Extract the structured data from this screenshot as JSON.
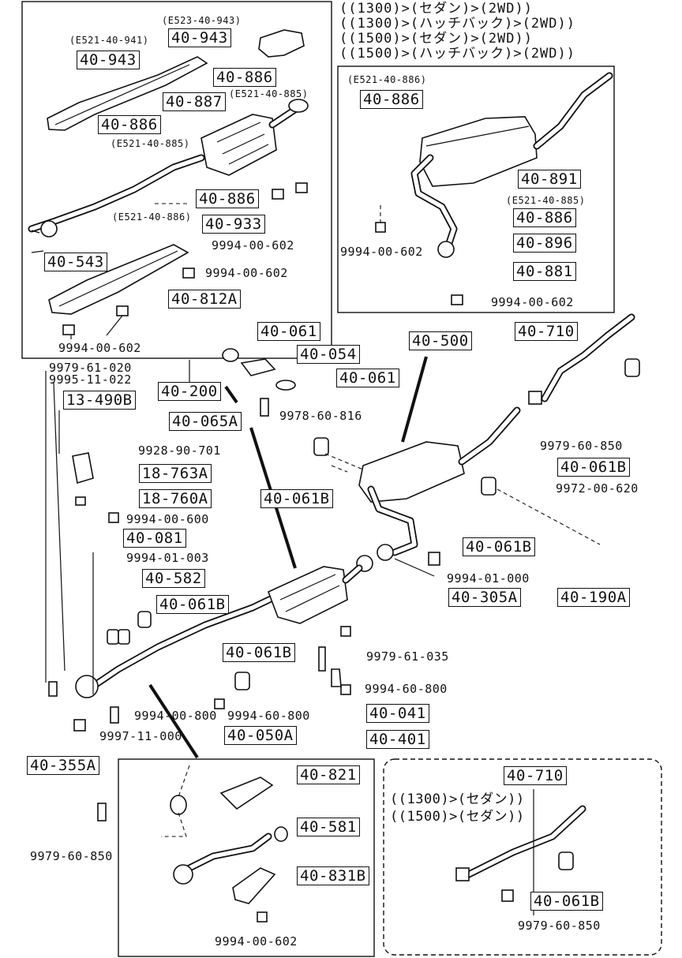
{
  "header_lines": [
    "((1300)>(セダン)>(2WD))",
    "((1300)>(ハッチバック)>(2WD))",
    "((1500)>(セダン)>(2WD))",
    "((1500)>(ハッチバック)>(2WD))"
  ],
  "top_left": {
    "ref_e523_943": "(E523-40-943)",
    "ref_e521_941": "(E521-40-941)",
    "ref_e521_885a": "(E521-40-885)",
    "ref_e521_885b": "(E521-40-885)",
    "ref_e521_886": "(E521-40-886)",
    "p_40943a": "40-943",
    "p_40943b": "40-943",
    "p_40886a": "40-886",
    "p_40887": "40-887",
    "p_40886b": "40-886",
    "p_40886c": "40-886",
    "p_40933": "40-933",
    "p_40543": "40-543",
    "p_40812a": "40-812A",
    "n_9994_602a": "9994-00-602",
    "n_9994_602b": "9994-00-602",
    "n_9994_602c": "9994-00-602"
  },
  "top_right": {
    "ref_e521_886": "(E521-40-886)",
    "ref_e521_885": "(E521-40-885)",
    "p_40886a": "40-886",
    "p_40891": "40-891",
    "p_40886b": "40-886",
    "p_40896": "40-896",
    "p_40881": "40-881",
    "n_9994_602a": "9994-00-602",
    "n_9994_602b": "9994-00-602"
  },
  "middle": {
    "p_40061a": "40-061",
    "p_40054": "40-054",
    "p_40061b": "40-061",
    "p_40500": "40-500",
    "p_40710": "40-710",
    "p_40200": "40-200",
    "p_40065a": "40-065A",
    "n_9978_816": "9978-60-816",
    "n_9979_61_020": "9979-61-020",
    "n_9995_11_022": "9995-11-022",
    "p_13490b": "13-490B",
    "n_9928_701": "9928-90-701",
    "p_18763a": "18-763A",
    "p_18760a": "18-760A",
    "n_9994_600": "9994-00-600",
    "p_40061b_a": "40-061B",
    "n_9979_850a": "9979-60-850",
    "p_40061b_b": "40-061B",
    "n_9972_620": "9972-00-620",
    "p_40061b_c": "40-061B",
    "n_9994_01_000": "9994-01-000",
    "p_40305a": "40-305A",
    "p_40190a": "40-190A",
    "p_40081": "40-081",
    "n_9994_01_003": "9994-01-003",
    "p_40582": "40-582",
    "p_40061b_d": "40-061B",
    "p_40061b_e": "40-061B",
    "n_9979_61_035": "9979-61-035",
    "n_9994_60_800a": "9994-60-800",
    "p_40041": "40-041",
    "n_9994_00_800": "9994-00-800",
    "n_9994_60_800b": "9994-60-800",
    "p_40401": "40-401",
    "n_9997_11_000": "9997-11-000",
    "p_40050a": "40-050A",
    "p_40355a": "40-355A"
  },
  "bottom_left": {
    "n_9979_850": "9979-60-850",
    "p_40821": "40-821",
    "p_40581": "40-581",
    "p_40831b": "40-831B",
    "n_9994_602": "9994-00-602"
  },
  "bottom_right": {
    "p_40710": "40-710",
    "cond_1300": "((1300)>(セダン))",
    "cond_1500": "((1500)>(セダン))",
    "p_40061b": "40-061B",
    "n_9979_850": "9979-60-850"
  }
}
